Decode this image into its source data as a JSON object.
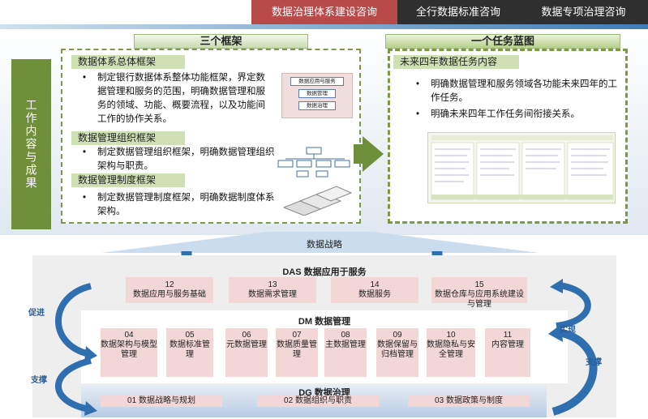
{
  "nav": {
    "tabs": [
      {
        "label": "数据治理体系建设咨询",
        "active": true
      },
      {
        "label": "全行数据标准咨询",
        "active": false
      },
      {
        "label": "数据专项治理咨询",
        "active": false
      }
    ]
  },
  "sidebar": {
    "label": "工作内容与成果"
  },
  "left_panel": {
    "header": "三个框架",
    "sections": [
      {
        "title": "数据体系总体框架",
        "bullet": "制定银行数据体系整体功能框架，界定数据管理和服务的范围，明确数据管理和服务的领域、功能、概要流程，以及功能间工作的协作关系。"
      },
      {
        "title": "数据管理组织框架",
        "bullet": "制定数据管理组织框架，明确数据管理组织架构与职责。"
      },
      {
        "title": "数据管理制度框架",
        "bullet": "制定数据管理制度框架，明确数据制度体系架构。"
      }
    ],
    "mini_diagram": [
      "数据应用与服务",
      "数据管理",
      "数据治理"
    ]
  },
  "right_panel": {
    "header": "一个任务蓝图",
    "section_title": "未来四年数据任务内容",
    "bullets": [
      "明确数据管理和服务领域各功能未来四年的工作任务。",
      "明确未来四年工作任务间衔接关系。"
    ]
  },
  "strategy": {
    "label": "数据战略"
  },
  "das": {
    "title": "DAS 数据应用于服务",
    "boxes": [
      {
        "num": "12",
        "label": "数据应用与服务基础"
      },
      {
        "num": "13",
        "label": "数据需求管理"
      },
      {
        "num": "14",
        "label": "数据服务"
      },
      {
        "num": "15",
        "label": "数据仓库与应用系统建设与管理"
      }
    ]
  },
  "dm": {
    "title": "DM 数据管理",
    "boxes": [
      {
        "num": "04",
        "label": "数据架构与模型管理"
      },
      {
        "num": "05",
        "label": "数据标准管理"
      },
      {
        "num": "06",
        "label": "元数据管理"
      },
      {
        "num": "07",
        "label": "数据质量管理"
      },
      {
        "num": "08",
        "label": "主数据管理"
      },
      {
        "num": "09",
        "label": "数据保留与归档管理"
      },
      {
        "num": "10",
        "label": "数据隐私与安全管理"
      },
      {
        "num": "11",
        "label": "内容管理"
      }
    ]
  },
  "dg": {
    "title": "DG 数据治理",
    "boxes": [
      {
        "label": "01 数据战略与规划"
      },
      {
        "label": "02 数据组织与职责"
      },
      {
        "label": "03 数据政策与制度"
      }
    ]
  },
  "side_labels": {
    "promote": "促进",
    "support_left": "支撑",
    "realize": "实现",
    "support_right": "支撑"
  },
  "colors": {
    "accent_red": "#b84a4a",
    "green": "#6f8f3a",
    "blue": "#2f6fb0",
    "pink": "#f3d7d7"
  }
}
